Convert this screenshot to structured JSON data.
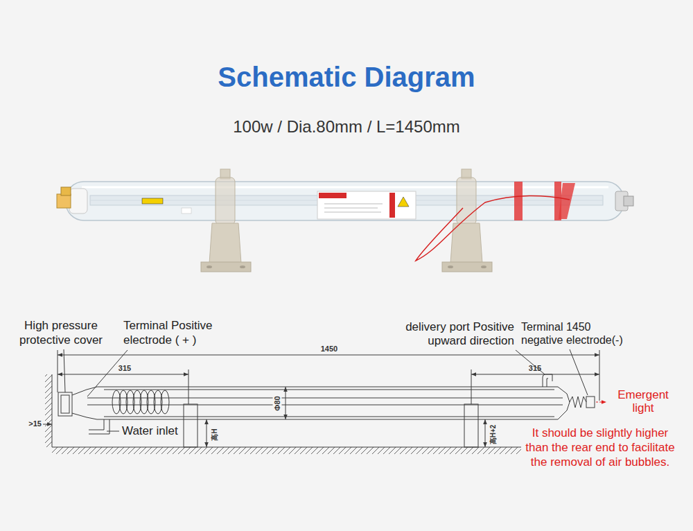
{
  "diagram": {
    "title": "Schematic Diagram",
    "labels": [
      "100w / Dia.80mm / L=1450mm",
      "High pressure protective cover",
      "Terminal Positive electrode ( + )",
      "delivery port Positive upward direction",
      "Terminal 1450 negative electrode(-)",
      "315",
      "1450",
      "315",
      "Φ80",
      "Emergent light",
      ">15",
      "Water inlet",
      "高H",
      "高H+2",
      "It should be slightly higher than the rear end to facilitate the removal of air bubbles."
    ]
  }
}
